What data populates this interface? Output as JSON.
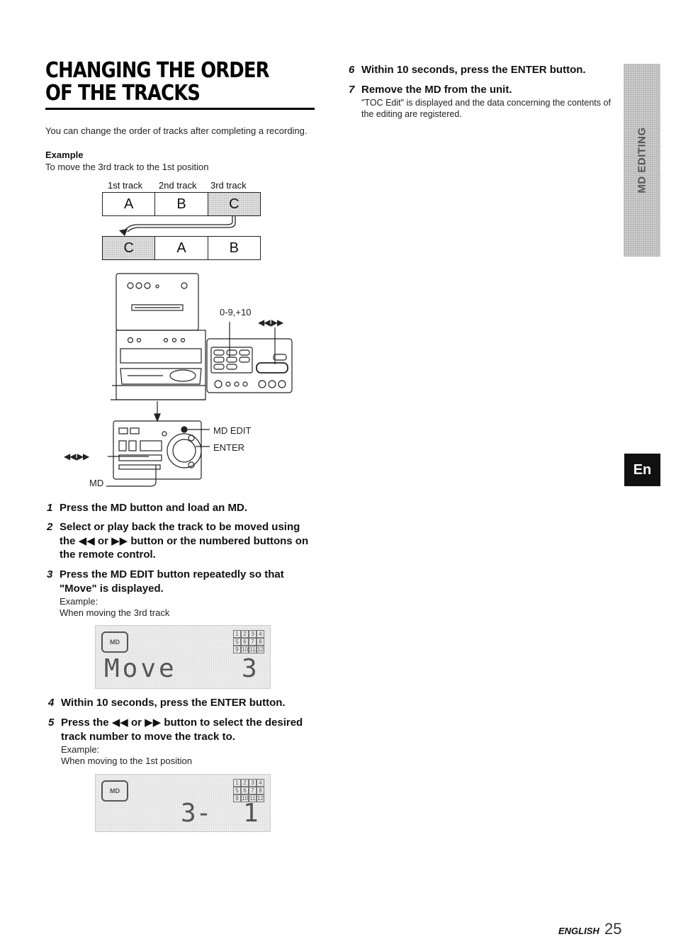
{
  "title": "CHANGING THE ORDER OF THE TRACKS",
  "intro": "You can change the order of tracks after completing a recording.",
  "example": {
    "heading": "Example",
    "text": "To move the 3rd track to  the 1st position",
    "track_labels": [
      "1st track",
      "2nd track",
      "3rd track"
    ],
    "row_before": [
      "A",
      "B",
      "C"
    ],
    "row_after": [
      "C",
      "A",
      "B"
    ]
  },
  "diagram": {
    "label_numbers": "0-9,+10",
    "label_skip_top": "◀◀,▶▶",
    "label_md_edit": "MD EDIT",
    "label_enter": "ENTER",
    "label_skip_left": "◀◀,▶▶",
    "label_md": "MD"
  },
  "steps": [
    {
      "num": "1",
      "text": "Press the MD button and load an MD."
    },
    {
      "num": "2",
      "text": "Select or play back the track to be moved using the ◀◀ or ▶▶ button or the numbered buttons on the remote control."
    },
    {
      "num": "3",
      "text": "Press the MD EDIT button repeatedly so that \"Move\" is displayed.",
      "sub1": "Example:",
      "sub2": "When moving the 3rd track"
    },
    {
      "num": "4",
      "text": "Within 10 seconds, press the ENTER button."
    },
    {
      "num": "5",
      "text": "Press the ◀◀ or ▶▶ button to select the desired track number to move the track to.",
      "sub1": "Example:",
      "sub2": "When moving to the 1st position"
    },
    {
      "num": "6",
      "text": "Within 10 seconds, press the ENTER button."
    },
    {
      "num": "7",
      "text": "Remove the MD from the unit.",
      "sub1": "\"TOC Edit\" is displayed and the data concerning the contents of the editing are registered."
    }
  ],
  "lcd1": {
    "main": "Move",
    "track": "3",
    "grid": [
      "1",
      "2",
      "3",
      "4",
      "5",
      "6",
      "7",
      "8",
      "9",
      "10",
      "11",
      "12"
    ]
  },
  "lcd2": {
    "main": "3-",
    "track": "1",
    "grid": [
      "1",
      "2",
      "3",
      "4",
      "5",
      "6",
      "7",
      "8",
      "9",
      "10",
      "11",
      "12"
    ]
  },
  "side_tab": "MD EDITING",
  "lang_tab": "En",
  "footer": {
    "label": "ENGLISH",
    "page": "25"
  }
}
